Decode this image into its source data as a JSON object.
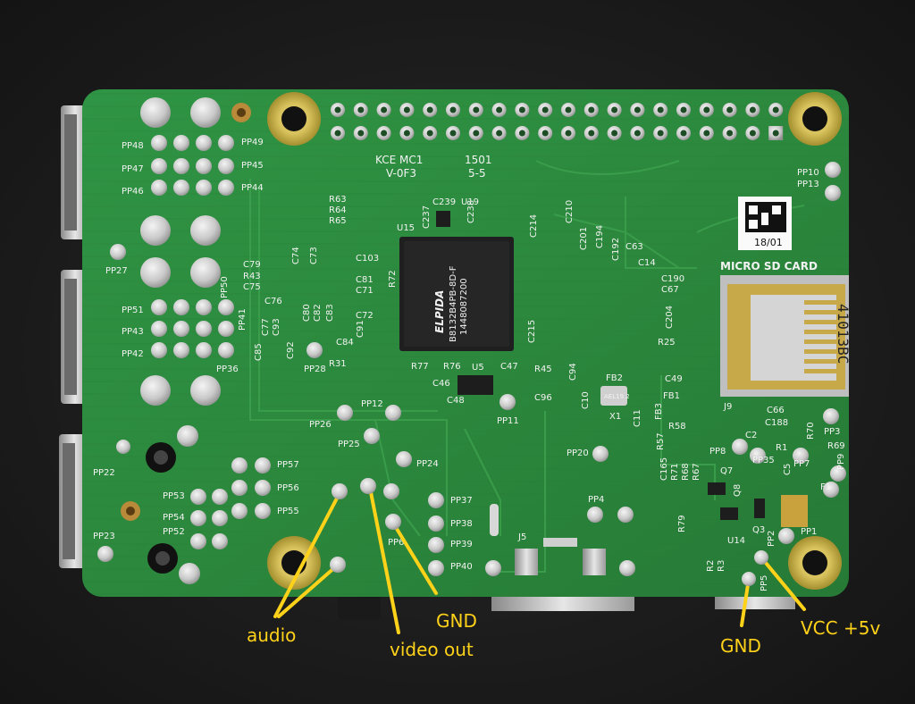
{
  "annotations": {
    "audio": "audio",
    "video_out": "video out",
    "gnd_left": "GND",
    "gnd_right": "GND",
    "vcc": "VCC +5v"
  },
  "board_text": {
    "pp": {
      "pp48": "PP48",
      "pp49": "PP49",
      "pp47": "PP47",
      "pp45": "PP45",
      "pp46": "PP46",
      "pp44": "PP44",
      "pp27": "PP27",
      "pp50": "PP50",
      "pp51": "PP51",
      "pp43": "PP43",
      "pp42": "PP42",
      "pp41": "PP41",
      "pp36": "PP36",
      "pp28": "PP28",
      "pp26": "PP26",
      "pp12": "PP12",
      "pp25": "PP25",
      "pp24": "PP24",
      "pp22": "PP22",
      "pp57": "PP57",
      "pp56": "PP56",
      "pp53": "PP53",
      "pp55": "PP55",
      "pp54": "PP54",
      "pp52": "PP52",
      "pp23": "PP23",
      "pp37": "PP37",
      "pp38": "PP38",
      "pp39": "PP39",
      "pp40": "PP40",
      "pp6": "PP6",
      "pp11": "PP11",
      "pp20": "PP20",
      "pp4": "PP4",
      "pp10": "PP10",
      "pp13": "PP13",
      "pp3": "PP3",
      "pp9": "PP9",
      "pp8": "PP8",
      "pp35": "PP35",
      "pp7": "PP7",
      "pp1": "PP1",
      "pp2": "PP2",
      "pp5": "PP5"
    },
    "marking_top_1": "KCE MC1",
    "marking_top_2": "V-0F3",
    "marking_date_1": "1501",
    "marking_date_2": "5-5",
    "chip_brand": "ELPIDA",
    "chip_line1": "B8132B4PB-8D-F",
    "chip_line2": "1448087200",
    "sd_label": "MICRO SD CARD",
    "qr_caption": "18/01",
    "sd_sticker": "41013BC",
    "xtal": "AEL19.2",
    "j9": "J9",
    "j5": "J5",
    "x1": "X1",
    "u5": "U5",
    "u14": "U14",
    "f1": "F1",
    "q3": "Q3",
    "fb1": "FB1",
    "fb2": "FB2",
    "fb3": "FB3",
    "u15": "U15",
    "u19": "U19",
    "parts": {
      "r63": "R63",
      "r64": "R64",
      "r65": "R65",
      "c74": "C74",
      "c73": "C73",
      "c79": "C79",
      "r43": "R43",
      "c75": "C75",
      "c103": "C103",
      "c81": "C81",
      "c71": "C71",
      "r72": "R72",
      "c76": "C76",
      "c77": "C77",
      "c93": "C93",
      "c80": "C80",
      "c82": "C82",
      "c83": "C83",
      "c72": "C72",
      "c91": "C91",
      "c84": "C84",
      "c85": "C85",
      "c92": "C92",
      "r31": "R31",
      "r77": "R77",
      "r76": "R76",
      "c47": "C47",
      "r45": "R45",
      "c46": "C46",
      "c48": "C48",
      "c96": "C96",
      "c94": "C94",
      "c10": "C10",
      "c11": "C11",
      "c237": "C237",
      "c239": "C239",
      "c238": "C238",
      "c214": "C214",
      "c210": "C210",
      "c201": "C201",
      "c194": "C194",
      "c192": "C192",
      "c63": "C63",
      "c14": "C14",
      "c190": "C190",
      "c67": "C67",
      "c204": "C204",
      "c215": "C215",
      "r25": "R25",
      "c49": "C49",
      "r58": "R58",
      "r57": "R57",
      "c66": "C66",
      "c188": "C188",
      "r70": "R70",
      "c2": "C2",
      "r1": "R1",
      "r69": "R69",
      "c165": "C165",
      "r71": "R71",
      "r68": "R68",
      "r67": "R67",
      "q7": "Q7",
      "c5": "C5",
      "q8": "Q8",
      "r79": "R79",
      "r2": "R2",
      "r3": "R3"
    }
  },
  "colors": {
    "background": "#1c1c1c",
    "board": "#2e8a3f",
    "annotation": "#ffd21a",
    "pad": "#cfcfcf",
    "hole_ring": "#c8b24a"
  }
}
